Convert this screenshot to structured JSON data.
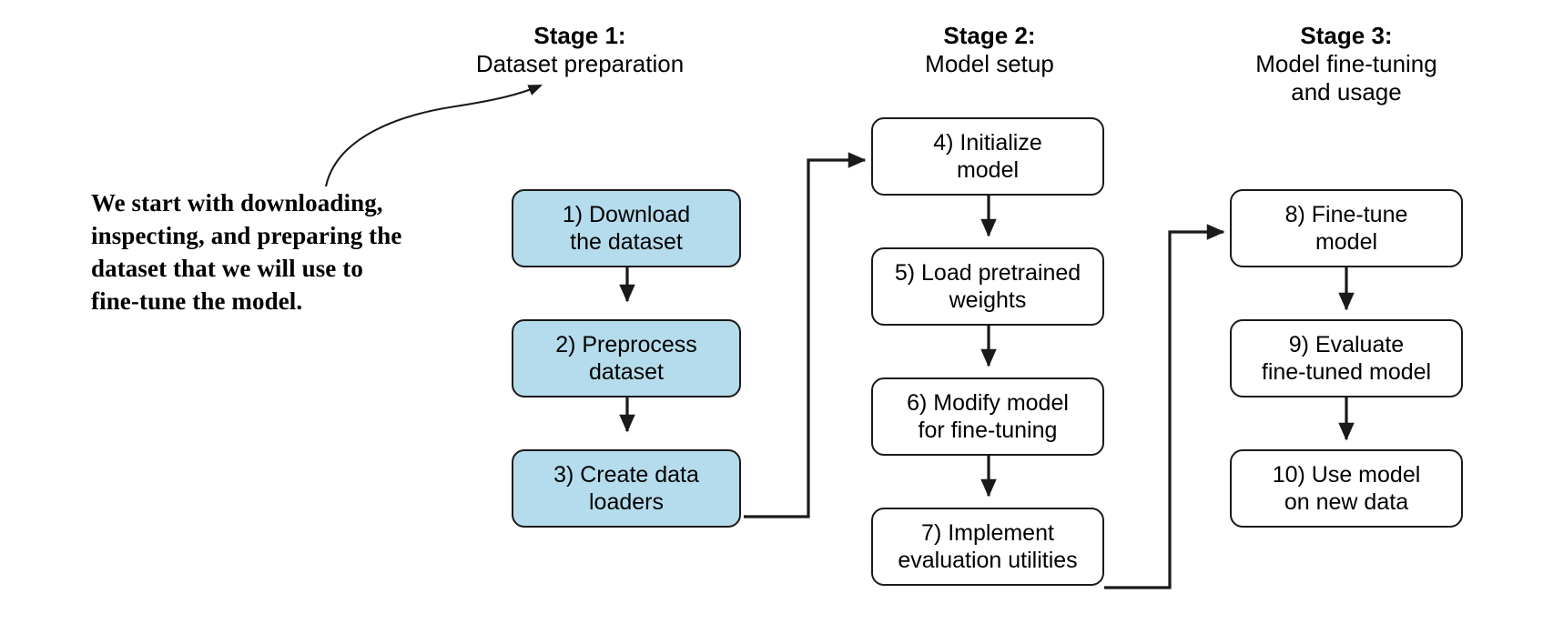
{
  "figure": {
    "background_color": "#ffffff",
    "line_color": "#1a1a1a",
    "highlight_fill": "#b4dcec",
    "plain_fill": "#ffffff"
  },
  "annotation": {
    "text": "We start with downloading,\ninspecting, and preparing the\ndataset that we will use to\nfine-tune the model."
  },
  "stages": [
    {
      "title": "Stage 1:",
      "subtitle": "Dataset preparation"
    },
    {
      "title": "Stage 2:",
      "subtitle": "Model setup"
    },
    {
      "title": "Stage 3:",
      "subtitle": "Model fine-tuning\nand usage"
    }
  ],
  "nodes": [
    {
      "id": "node-1",
      "label": "1) Download\nthe dataset",
      "stage": 1,
      "highlighted": true
    },
    {
      "id": "node-2",
      "label": "2) Preprocess\ndataset",
      "stage": 1,
      "highlighted": true
    },
    {
      "id": "node-3",
      "label": "3) Create data\nloaders",
      "stage": 1,
      "highlighted": true
    },
    {
      "id": "node-4",
      "label": "4) Initialize\nmodel",
      "stage": 2,
      "highlighted": false
    },
    {
      "id": "node-5",
      "label": "5) Load pretrained\nweights",
      "stage": 2,
      "highlighted": false
    },
    {
      "id": "node-6",
      "label": "6) Modify model\nfor fine-tuning",
      "stage": 2,
      "highlighted": false
    },
    {
      "id": "node-7",
      "label": "7) Implement\nevaluation utilities",
      "stage": 2,
      "highlighted": false
    },
    {
      "id": "node-8",
      "label": "8) Fine-tune\nmodel",
      "stage": 3,
      "highlighted": false
    },
    {
      "id": "node-9",
      "label": "9) Evaluate\nfine-tuned model",
      "stage": 3,
      "highlighted": false
    },
    {
      "id": "node-10",
      "label": "10) Use model\non new data",
      "stage": 3,
      "highlighted": false
    }
  ],
  "edges": [
    {
      "from": "node-1",
      "to": "node-2",
      "kind": "straight-down"
    },
    {
      "from": "node-2",
      "to": "node-3",
      "kind": "straight-down"
    },
    {
      "from": "node-3",
      "to": "node-4",
      "kind": "elbow-right-up"
    },
    {
      "from": "node-4",
      "to": "node-5",
      "kind": "straight-down"
    },
    {
      "from": "node-5",
      "to": "node-6",
      "kind": "straight-down"
    },
    {
      "from": "node-6",
      "to": "node-7",
      "kind": "straight-down"
    },
    {
      "from": "node-7",
      "to": "node-8",
      "kind": "elbow-right-up"
    },
    {
      "from": "node-8",
      "to": "node-9",
      "kind": "straight-down"
    },
    {
      "from": "node-9",
      "to": "node-10",
      "kind": "straight-down"
    },
    {
      "from": "annotation",
      "to": "stage-1-header",
      "kind": "curved"
    }
  ]
}
